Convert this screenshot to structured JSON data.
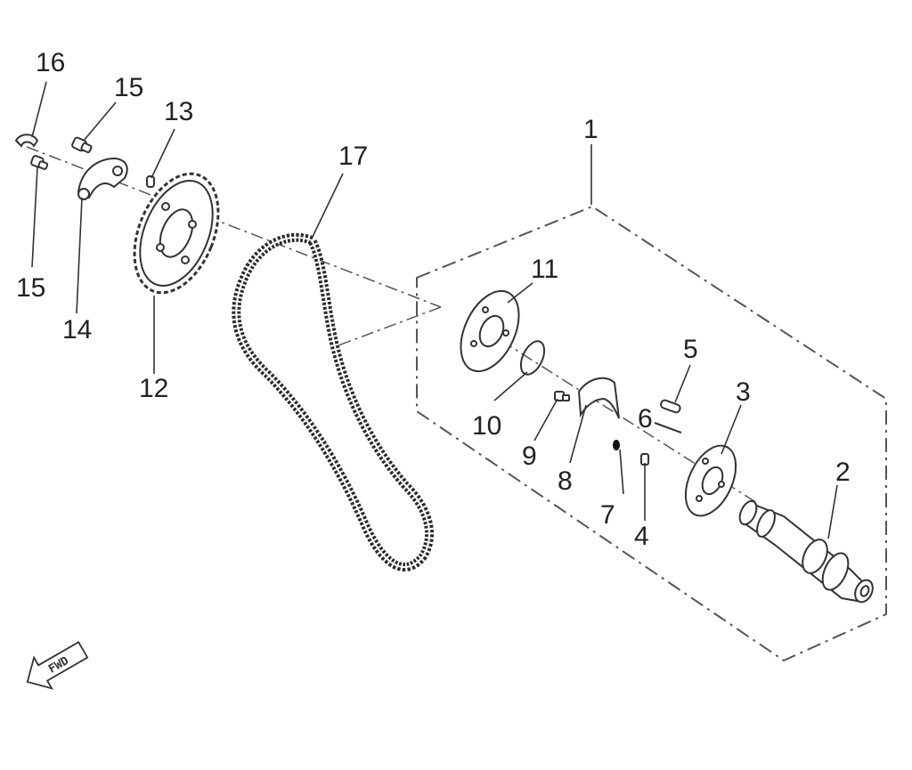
{
  "diagram": {
    "callouts": [
      {
        "id": "p1",
        "label": "1"
      },
      {
        "id": "p2",
        "label": "2"
      },
      {
        "id": "p3",
        "label": "3"
      },
      {
        "id": "p4",
        "label": "4"
      },
      {
        "id": "p5",
        "label": "5"
      },
      {
        "id": "p6",
        "label": "6"
      },
      {
        "id": "p7",
        "label": "7"
      },
      {
        "id": "p8",
        "label": "8"
      },
      {
        "id": "p9",
        "label": "9"
      },
      {
        "id": "p10",
        "label": "10"
      },
      {
        "id": "p11",
        "label": "11"
      },
      {
        "id": "p12",
        "label": "12"
      },
      {
        "id": "p13",
        "label": "13"
      },
      {
        "id": "p14",
        "label": "14"
      },
      {
        "id": "p15a",
        "label": "15"
      },
      {
        "id": "p15b",
        "label": "15"
      },
      {
        "id": "p16",
        "label": "16"
      },
      {
        "id": "p17",
        "label": "17"
      }
    ],
    "direction_arrow": {
      "label": "FWD",
      "icon": "fwd-arrow-icon"
    },
    "colors": {
      "line": "#333333",
      "part_fill": "#ffffff",
      "chain": "#2b2b2b",
      "dark_part": "#111111"
    }
  }
}
